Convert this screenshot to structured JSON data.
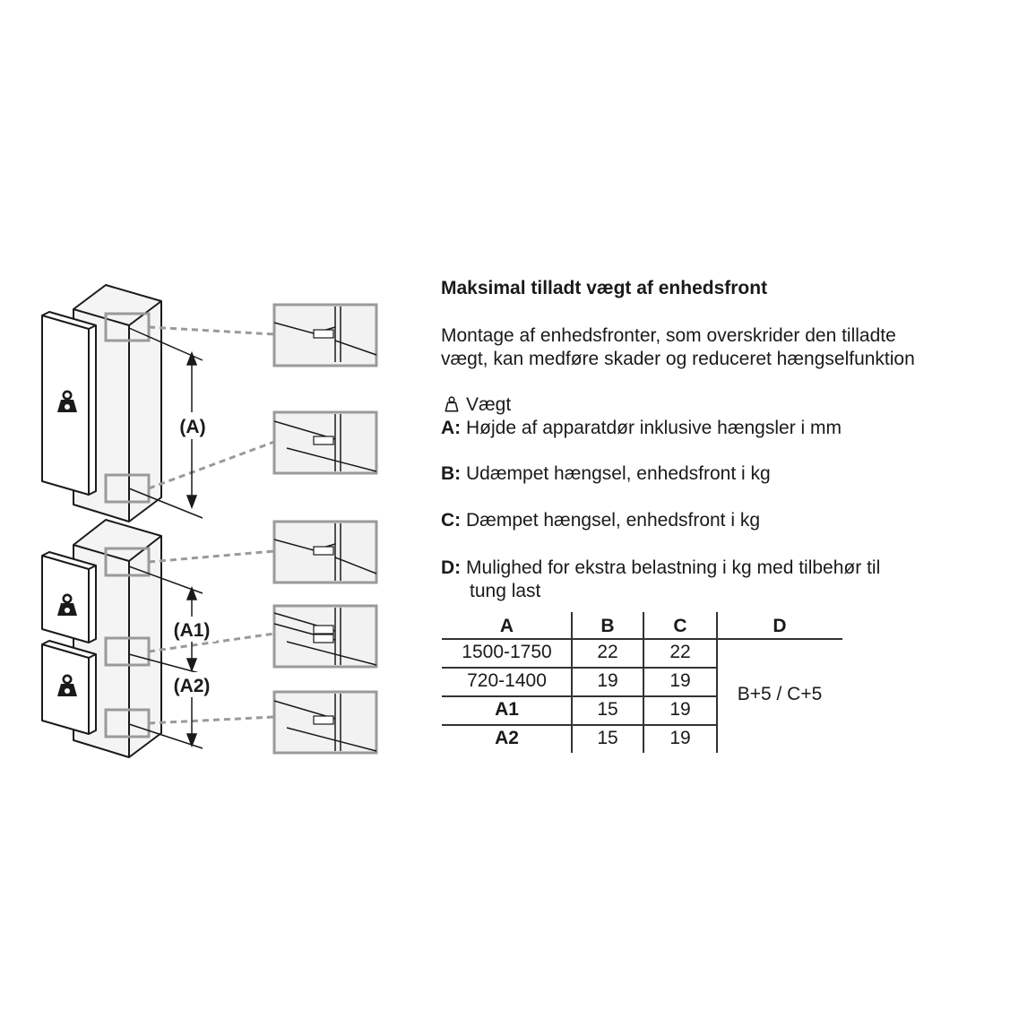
{
  "title": "Maksimal tilladt vægt af enhedsfront",
  "description": [
    "Montage af enhedsfronter, som overskrider den tilladte",
    "vægt, kan medføre skader og reduceret hængselfunktion"
  ],
  "legend": {
    "weight": "Vægt",
    "a_key": "A:",
    "a_text": "Højde af apparatdør inklusive hængsler i mm",
    "b_key": "B:",
    "b_text": "Udæmpet hængsel, enhedsfront i kg",
    "c_key": "C:",
    "c_text": "Dæmpet hængsel, enhedsfront i kg",
    "d_key": "D:",
    "d_text_1": "Mulighed for ekstra belastning i kg med tilbehør til",
    "d_text_2": "tung last"
  },
  "diagram": {
    "label_a": "(A)",
    "label_a1": "(A1)",
    "label_a2": "(A2)"
  },
  "table": {
    "headers": [
      "A",
      "B",
      "C",
      "D"
    ],
    "rows": [
      {
        "a": "1500-1750",
        "b": "22",
        "c": "22"
      },
      {
        "a": "720-1400",
        "b": "19",
        "c": "19"
      },
      {
        "a": "A1",
        "b": "15",
        "c": "19"
      },
      {
        "a": "A2",
        "b": "15",
        "c": "19"
      }
    ],
    "d_value": "B+5 / C+5"
  },
  "colors": {
    "line": "#1a1a1a",
    "highlight": "#9a9a9a",
    "panel": "#f2f2f2"
  },
  "icons": [
    "weight-icon"
  ]
}
